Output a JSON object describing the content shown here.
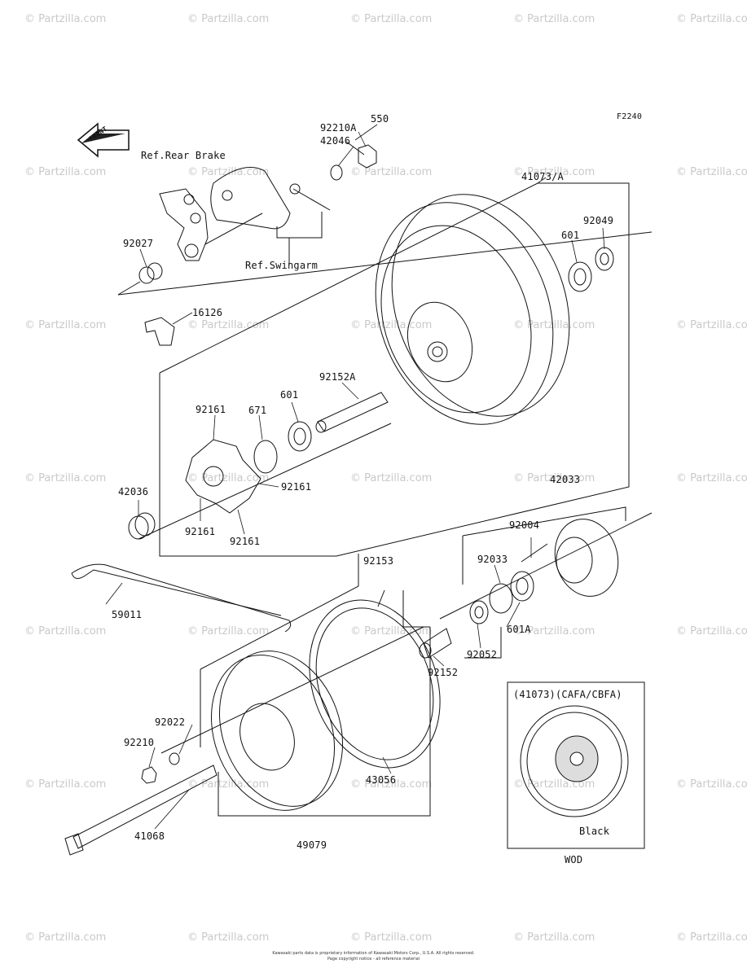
{
  "figure_code": "F2240",
  "front_label": "FRONT",
  "refs": {
    "rear_brake": "Ref.Rear Brake",
    "swingarm": "Ref.Swingarm"
  },
  "parts": {
    "p550": "550",
    "p92210A": "92210A",
    "p42046": "42046",
    "p41073A": "41073/A",
    "p92049": "92049",
    "p601_top": "601",
    "p92027": "92027",
    "p16126": "16126",
    "p92152A": "92152A",
    "p92161_top": "92161",
    "p671": "671",
    "p601_mid": "601",
    "p42036": "42036",
    "p92161_right": "92161",
    "p92161_left": "92161",
    "p92161_bottom": "92161",
    "p42033": "42033",
    "p92004": "92004",
    "p92033": "92033",
    "p92153": "92153",
    "p59011": "59011",
    "p601A": "601A",
    "p92052": "92052",
    "p92152": "92152",
    "p92022": "92022",
    "p92210": "92210",
    "p43056": "43056",
    "p41068": "41068",
    "p49079": "49079"
  },
  "inset": {
    "title": "(41073)(CAFA/CBFA)",
    "note": "Black",
    "caption": "WOD"
  },
  "watermark": "© Partzilla.com",
  "footer": {
    "line1": "Kawasaki parts data is proprietary information of Kawasaki Motors Corp., U.S.A. All rights reserved.",
    "line2": "Page copyright notice - all reference material"
  }
}
